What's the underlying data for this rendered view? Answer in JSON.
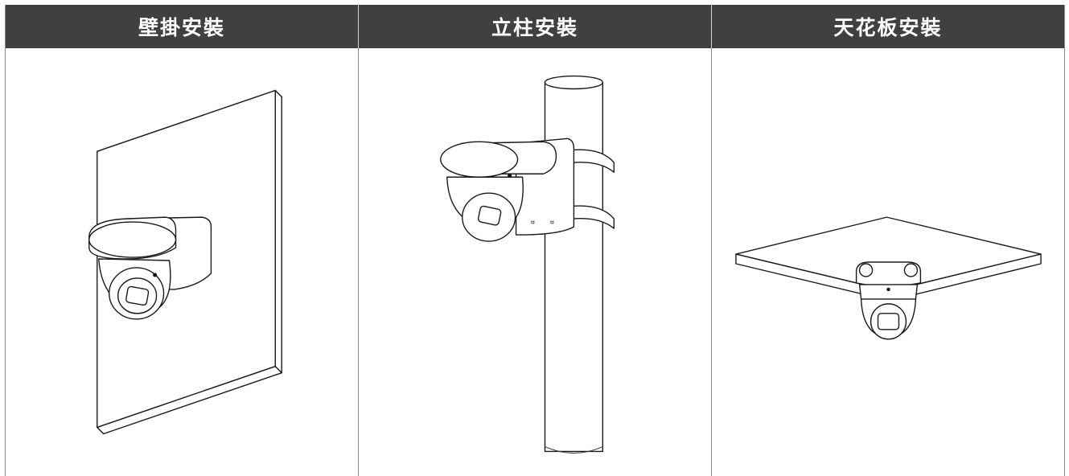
{
  "columns": [
    {
      "title": "壁掛安裝",
      "illustration": "wall-mount-camera"
    },
    {
      "title": "立柱安裝",
      "illustration": "pole-mount-camera"
    },
    {
      "title": "天花板安裝",
      "illustration": "ceiling-mount-camera"
    }
  ],
  "colors": {
    "header_bg": "#404040",
    "header_text": "#ffffff",
    "line": "#1a1a1a"
  }
}
